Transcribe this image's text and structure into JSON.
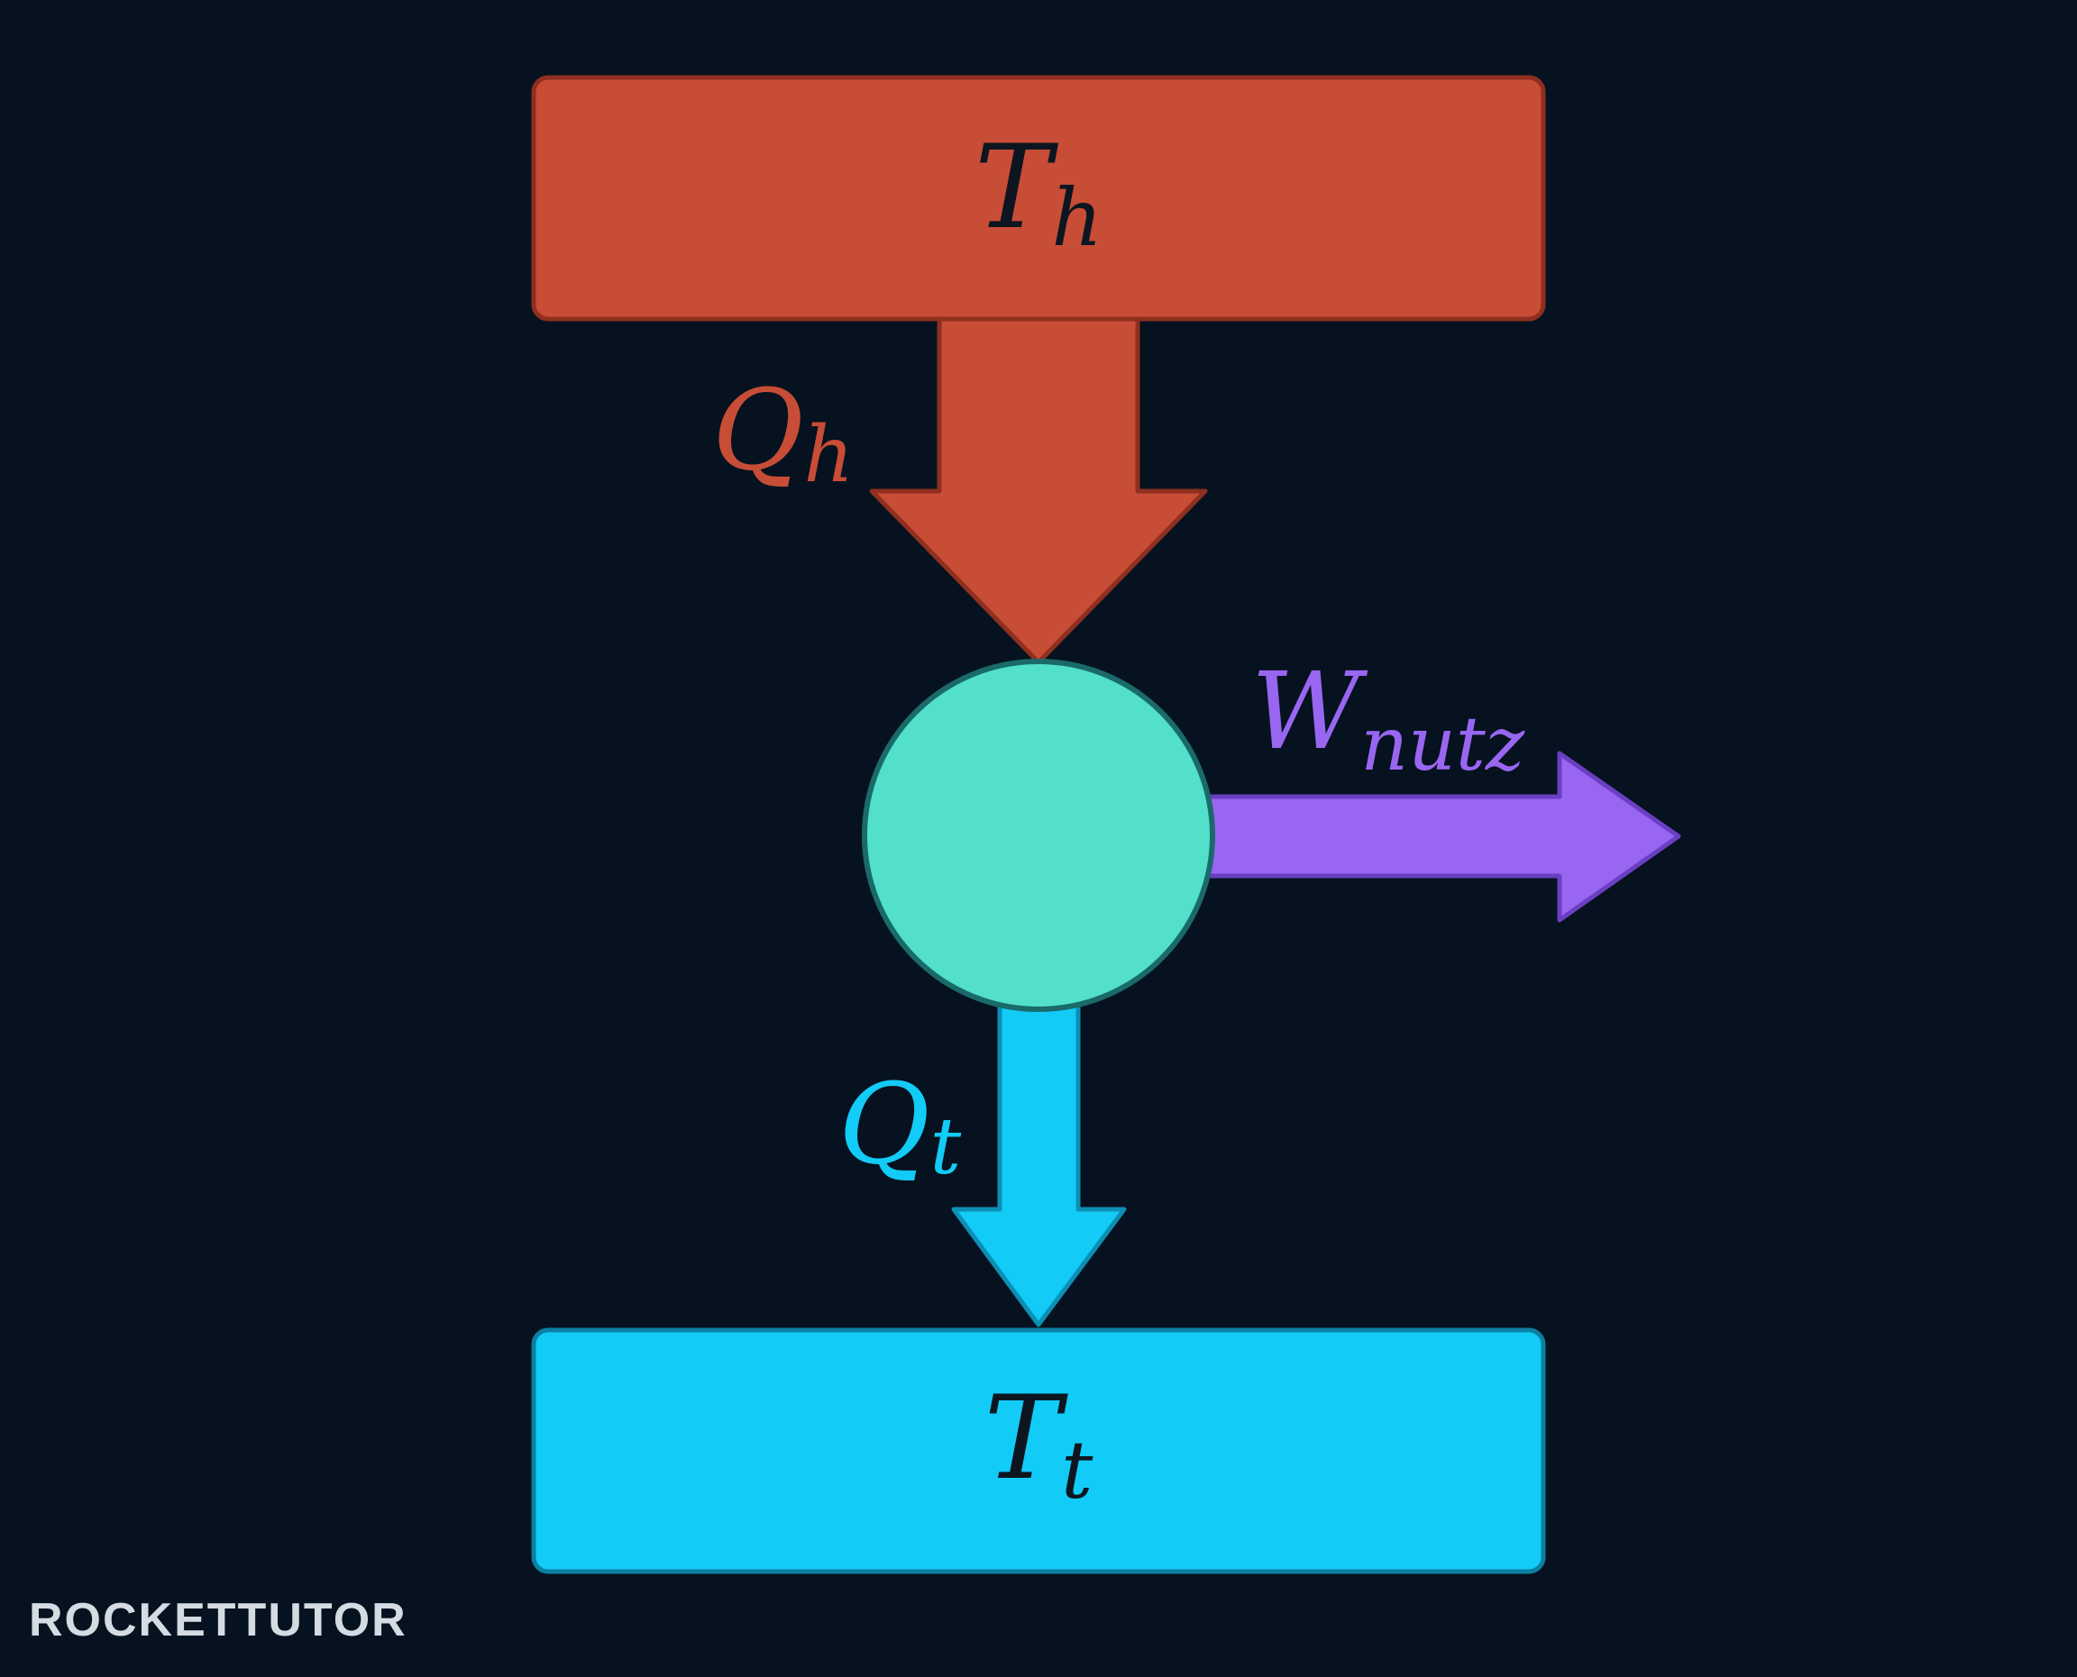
{
  "hot_reservoir": {
    "symbol": "T",
    "subscript": "h",
    "fill": "#c84d36"
  },
  "cold_reservoir": {
    "symbol": "T",
    "subscript": "t",
    "fill": "#13cbf7"
  },
  "heat_in": {
    "symbol": "Q",
    "subscript": "h",
    "color": "#c84d36"
  },
  "heat_out": {
    "symbol": "Q",
    "subscript": "t",
    "color": "#13cbf7"
  },
  "work_out": {
    "symbol": "W",
    "subscript": "nutz",
    "color": "#9966f2"
  },
  "engine": {
    "fill": "#52e0ca"
  },
  "logo": {
    "text": "ROCKETTUTOR"
  },
  "colors": {
    "background": "#06121f",
    "label_dark": "#0d1620"
  }
}
